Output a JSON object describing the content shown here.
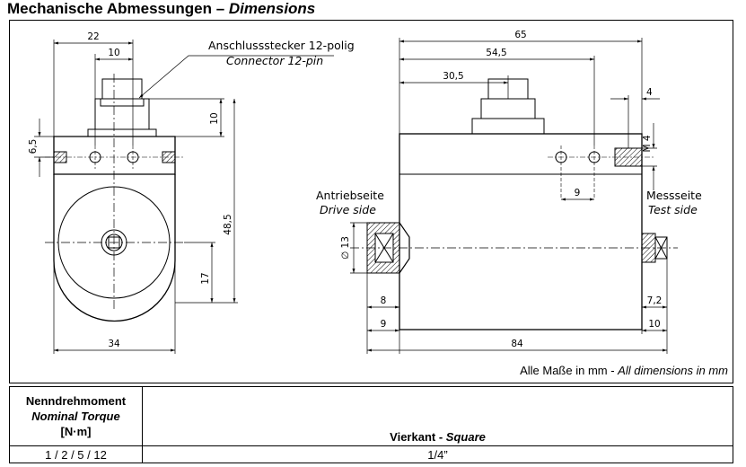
{
  "title": {
    "de": "Mechanische Abmessungen",
    "sep": " – ",
    "en": "Dimensions"
  },
  "connector": {
    "de": "Anschlussstecker 12-polig",
    "en": "Connector 12-pin"
  },
  "drive_side": {
    "de": "Antriebseite",
    "en": "Drive side"
  },
  "test_side": {
    "de": "Messseite",
    "en": "Test side"
  },
  "dimensions": {
    "d22": "22",
    "d10a": "10",
    "d10b": "10",
    "d6_5": "6,5",
    "d48_5": "48,5",
    "d17": "17",
    "d34": "34",
    "d65": "65",
    "d54_5": "54,5",
    "d30_5": "30,5",
    "d4a": "4",
    "m4": "M 4",
    "d9a": "9",
    "d13": "∅ 13",
    "d8": "8",
    "d9b": "9",
    "d84": "84",
    "d7_2": "7,2",
    "d10c": "10"
  },
  "note": {
    "de": "Alle Maße in mm",
    "sep": " - ",
    "en": "All dimensions in mm"
  },
  "table": {
    "header_de": "Nenndrehmoment",
    "header_en": "Nominal Torque",
    "header_unit": "[N·m]",
    "col2_de": "Vierkant",
    "col2_sep": " - ",
    "col2_en": "Square",
    "row_torque": "1 / 2 / 5 / 12",
    "row_square": "1/4”"
  }
}
